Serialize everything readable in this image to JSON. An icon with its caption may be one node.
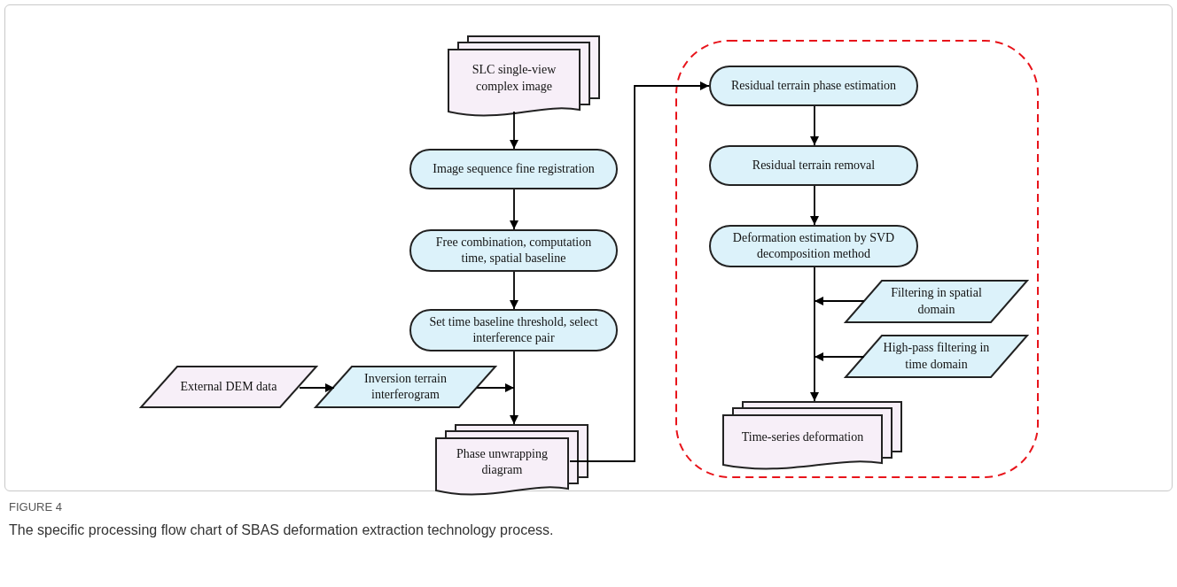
{
  "diagram": {
    "caption": "The specific processing flow chart of SBAS deformation extraction technology process.",
    "nodes": [
      {
        "text": [
          "SLC single-view complex image"
        ]
      },
      {
        "text": [
          "Image sequence fine registration"
        ]
      },
      {
        "text": [
          "Free combination, computation time, spatial baseline"
        ]
      },
      {
        "text": [
          "Set time baseline threshold, select interference pair"
        ]
      },
      {
        "text": [
          "External DEM data"
        ]
      },
      {
        "text": [
          "Inversion terrain interferogram"
        ]
      },
      {
        "text": [
          "Phase unwrapping diagram"
        ]
      },
      {
        "text": [],
        "shape": "box"
      },
      {
        "text": [
          "Residual terrain phase estimation"
        ],
        "in": 7
      },
      {
        "text": [
          "Residual terrain removal"
        ],
        "in": 7
      },
      {
        "text": [
          "Deformation estimation by SVD decomposition method"
        ],
        "in": 7
      },
      {
        "text": [
          "Filtering in spatial domain"
        ],
        "in": 7
      },
      {
        "text": [
          "High-pass filtering in time domain"
        ],
        "in": 7
      },
      {
        "text": [
          "Time-series deformation"
        ],
        "in": 7
      }
    ],
    "edges": [
      {
        "from": 0,
        "to": 1,
        "arrow": "to"
      },
      {
        "from": 1,
        "to": 2,
        "arrow": "to"
      },
      {
        "from": 2,
        "to": 3,
        "arrow": "to"
      },
      {
        "from": 3,
        "to": 6,
        "arrow": "to"
      },
      {
        "from": 4,
        "to": 5,
        "arrow": "to"
      },
      {
        "from": 5,
        "to": 6,
        "arrow": "to"
      },
      {
        "from": 6,
        "to": 8,
        "arrow": "to"
      },
      {
        "from": 8,
        "to": 9,
        "arrow": "to"
      },
      {
        "from": 9,
        "to": 10,
        "arrow": "to"
      },
      {
        "from": 10,
        "to": 13,
        "arrow": "to"
      },
      {
        "from": 11,
        "to": 13,
        "arrow": "to"
      },
      {
        "from": 12,
        "to": 13,
        "arrow": "to"
      }
    ],
    "labels": [
      "FIGURE 4"
    ]
  }
}
